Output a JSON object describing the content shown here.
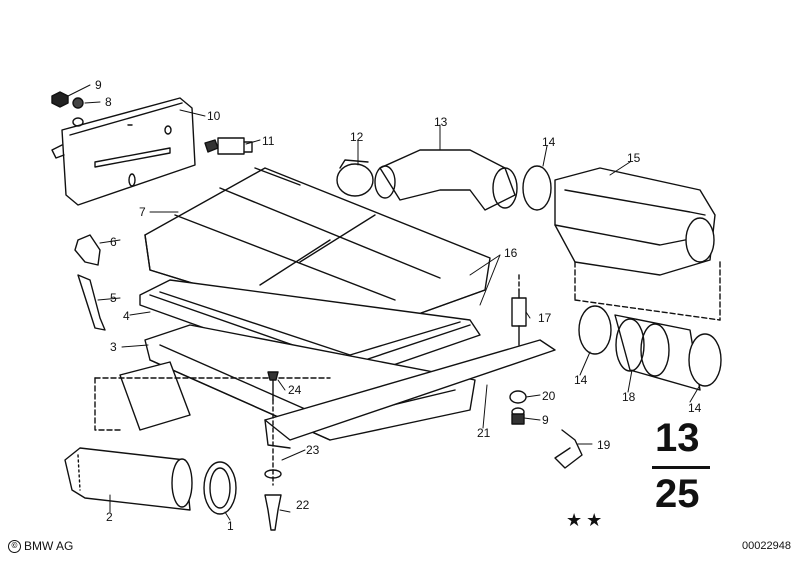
{
  "diagram": {
    "labels": {
      "p1": "1",
      "p2": "2",
      "p3": "3",
      "p4": "4",
      "p5": "5",
      "p6": "6",
      "p7": "7",
      "p8": "8",
      "p9a": "9",
      "p9b": "9",
      "p10": "10",
      "p11": "11",
      "p12": "12",
      "p13": "13",
      "p14a": "14",
      "p14b": "14",
      "p14c": "14",
      "p15": "15",
      "p16": "16",
      "p17": "17",
      "p18": "18",
      "p19": "19",
      "p20": "20",
      "p21": "21",
      "p22": "22",
      "p23": "23",
      "p24": "24"
    }
  },
  "page_marker": {
    "group": "13",
    "page": "25"
  },
  "stars": "★★",
  "footer": {
    "brand": "BMW AG",
    "logo": "©",
    "code": "00022948"
  }
}
